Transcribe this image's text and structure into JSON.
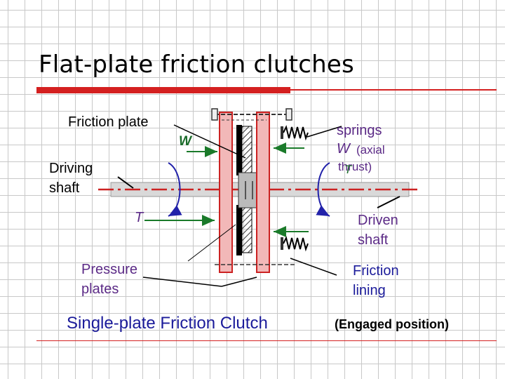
{
  "slide": {
    "title": "Flat-plate friction clutches",
    "accent_color": "#d42020"
  },
  "labels": {
    "friction_plate": "Friction plate",
    "driving_shaft_line1": "Driving",
    "driving_shaft_line2": "shaft",
    "w_left": "W",
    "t_left": "T",
    "springs": "springs",
    "w_right": "W",
    "axial_thrust_line1": "(axial",
    "axial_thrust_line2": "thrust)",
    "t_right": "T",
    "driven_shaft_line1": "Driven",
    "driven_shaft_line2": "shaft",
    "pressure_plates_line1": "Pressure",
    "pressure_plates_line2": "plates",
    "friction_lining_line1": "Friction",
    "friction_lining_line2": "lining"
  },
  "caption": {
    "main": "Single-plate Friction Clutch",
    "sub": "(Engaged position)"
  },
  "colors": {
    "plate_fill": "#f2b8b8",
    "plate_stroke": "#cc2222",
    "arrow_green": "#1a7a2a",
    "arrow_blue": "#2222aa",
    "shaft_red": "#cc2222",
    "label_blue": "#1b1b9a",
    "label_purple": "#5b2a86"
  }
}
